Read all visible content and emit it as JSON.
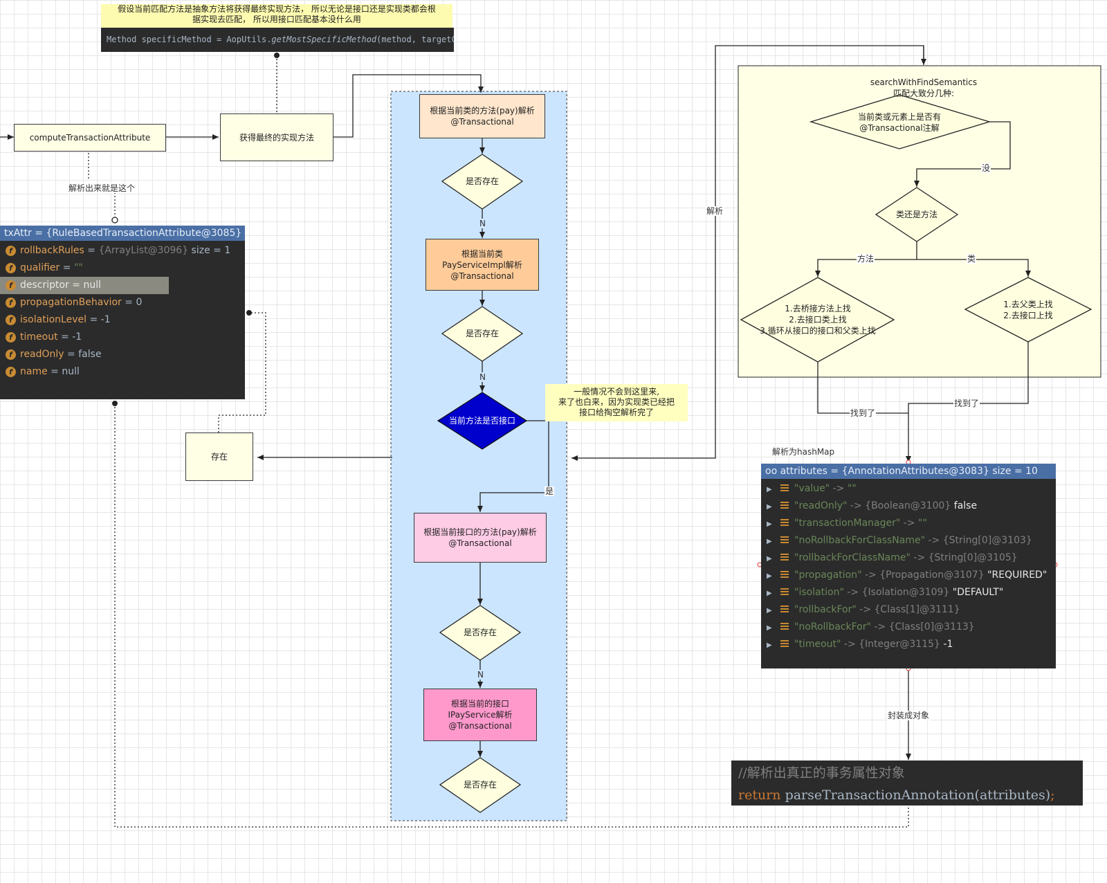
{
  "notes": {
    "top_note": "假设当前匹配方法是抽象方法将获得最终实现方法，  所以无论是接口还是实现类都会根\n据实现去匹配，    所以用接口匹配基本没什么用",
    "side_note": "一般情况不会到这里来,\n来了也白来，因为实现类已经把\n接口给掏空解析完了"
  },
  "code_top": {
    "prefix": "Method specificMethod = AopUtils.",
    "method": "getMostSpecificMethod",
    "suffix": "(method, targetClass);"
  },
  "nodes": {
    "compute": "computeTransactionAttribute",
    "get_impl": "获得最终的实现方法",
    "exist_left": "存在",
    "parse_pay": "根据当前类的方法(pay)解析\n@Transactional",
    "d_exist1": "是否存在",
    "parse_class": "根据当前类\nPayServiceImpl解析\n@Transactional",
    "d_exist2": "是否存在",
    "d_interface": "当前方法是否接口",
    "parse_iface_method": "根据当前接口的方法(pay)解析\n@Transactional",
    "d_exist3": "是否存在",
    "parse_iface": "根据当前的接口\nIPayService解析\n@Transactional",
    "d_exist4": "是否存在",
    "search_title": "searchWithFindSemantics\n匹配大致分几种:",
    "d_has_anno": "当前类或元素上是否有\n@Transactional注解",
    "d_class_or_method": "类还是方法",
    "d_method_search": "1.去桥接方法上找\n2.去接口类上找\n3.循环从接口的接口和父类上找",
    "d_class_search": "1.去父类上找\n2.去接口上找"
  },
  "labels": {
    "parse_is_this": "解析出来就是这个",
    "n1": "N",
    "n2": "N",
    "n3": "N",
    "yes": "是",
    "parse": "解析",
    "none": "没",
    "method": "方法",
    "class": "类",
    "found1": "找到了",
    "found2": "找到了",
    "hashmap": "解析为hashMap",
    "wrap": "封装成对象"
  },
  "txattr": {
    "header": "txAttr = {RuleBasedTransactionAttribute@3085}",
    "icon_letter": "f",
    "fields": [
      {
        "name": "rollbackRules",
        "eq": " = ",
        "ref": "{ArrayList@3096}",
        "extra": "  size = 1"
      },
      {
        "name": "qualifier",
        "eq": " = ",
        "ref": "\"\"",
        "extra": ""
      },
      {
        "name": "descriptor",
        "eq": " = ",
        "ref": "null",
        "extra": ""
      },
      {
        "name": "propagationBehavior",
        "eq": " = ",
        "ref": "0",
        "extra": ""
      },
      {
        "name": "isolationLevel",
        "eq": " = ",
        "ref": "-1",
        "extra": ""
      },
      {
        "name": "timeout",
        "eq": " = ",
        "ref": "-1",
        "extra": ""
      },
      {
        "name": "readOnly",
        "eq": " = ",
        "ref": "false",
        "extra": ""
      },
      {
        "name": "name",
        "eq": " = ",
        "ref": "null",
        "extra": ""
      }
    ]
  },
  "attributes": {
    "header": "oo attributes = {AnnotationAttributes@3083}  size = 10",
    "entries": [
      {
        "key": "\"value\"",
        "arrow": " -> ",
        "ref": "\"\"",
        "val": ""
      },
      {
        "key": "\"readOnly\"",
        "arrow": " -> ",
        "ref": "{Boolean@3100}",
        "val": " false"
      },
      {
        "key": "\"transactionManager\"",
        "arrow": " -> ",
        "ref": "\"\"",
        "val": ""
      },
      {
        "key": "\"noRollbackForClassName\"",
        "arrow": " -> ",
        "ref": "{String[0]@3103}",
        "val": ""
      },
      {
        "key": "\"rollbackForClassName\"",
        "arrow": " -> ",
        "ref": "{String[0]@3105}",
        "val": ""
      },
      {
        "key": "\"propagation\"",
        "arrow": " -> ",
        "ref": "{Propagation@3107}",
        "val": " \"REQUIRED\""
      },
      {
        "key": "\"isolation\"",
        "arrow": " -> ",
        "ref": "{Isolation@3109}",
        "val": " \"DEFAULT\""
      },
      {
        "key": "\"rollbackFor\"",
        "arrow": " -> ",
        "ref": "{Class[1]@3111}",
        "val": ""
      },
      {
        "key": "\"noRollbackFor\"",
        "arrow": " -> ",
        "ref": "{Class[0]@3113}",
        "val": ""
      },
      {
        "key": "\"timeout\"",
        "arrow": " -> ",
        "ref": "{Integer@3115}",
        "val": " -1"
      }
    ]
  },
  "code_bottom": {
    "comment": "//解析出真正的事务属性对象",
    "kw": "return",
    "call": " parseTransactionAnnotation(attributes)",
    "semi": ";"
  },
  "colors": {
    "blue_lane": "#cce5ff",
    "peach": "#ffe6cc",
    "orange": "#ffcc99",
    "pink_light": "#ffcce6",
    "pink": "#ff99cc",
    "diamond": "#ffffe0",
    "navy": "#0000cc",
    "cream_panel": "#ffffe6"
  }
}
